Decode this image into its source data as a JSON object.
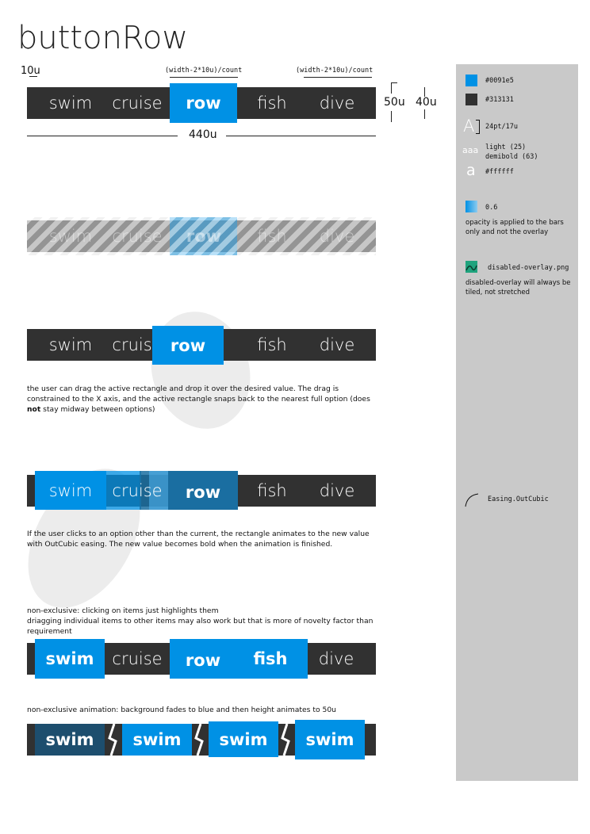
{
  "title": "buttonRow",
  "annotations": {
    "margin_label": "10u",
    "segment_formula_1": "(width-2*10u)/count",
    "segment_formula_2": "(width-2*10u)/count",
    "active_height": "50u",
    "bar_height": "40u",
    "total_width": "440u"
  },
  "options": [
    "swim",
    "cruise",
    "row",
    "fish",
    "dive"
  ],
  "active_label": "row",
  "notes": {
    "drag_1": "the user can drag the active rectangle and drop it over the desired value. The drag is",
    "drag_2": "constrained to the X axis, and the active rectangle snaps back to the nearest full option (does",
    "drag_3_bold": "not",
    "drag_3_rest": " stay midway between options)",
    "click_1": "If the user clicks to an option other than the current, the rectangle animates to the new value",
    "click_2": "with OutCubic easing. The new value becomes bold when the animation is finished.",
    "nonex_1": "non-exclusive: clicking on items just highlights them",
    "nonex_2": "driagging individual items to other items may also work but that is more of novelty factor than",
    "nonex_3": "requirement",
    "nonex_anim": "non-exclusive animation: background fades to blue and then height animates to 50u"
  },
  "nonexclusive_selected": [
    "swim",
    "row",
    "fish"
  ],
  "animation_frames": [
    "swim",
    "swim",
    "swim",
    "swim"
  ],
  "sidebar": {
    "color_blue": "#0091e5",
    "color_dark": "#313131",
    "font_size_glyph": "A",
    "font_size": "24pt/17u",
    "weights_glyph": "aaa",
    "weight_light": "light (25)",
    "weight_demibold": "demibold (63)",
    "text_color_glyph": "a",
    "text_color": "#ffffff",
    "opacity": "0.6",
    "opacity_note": "opacity is applied to the bars only and not the overlay",
    "overlay_file": "disabled-overlay.png",
    "overlay_note": "disabled-overlay will always be tiled, not stretched",
    "easing": "Easing.OutCubic"
  }
}
